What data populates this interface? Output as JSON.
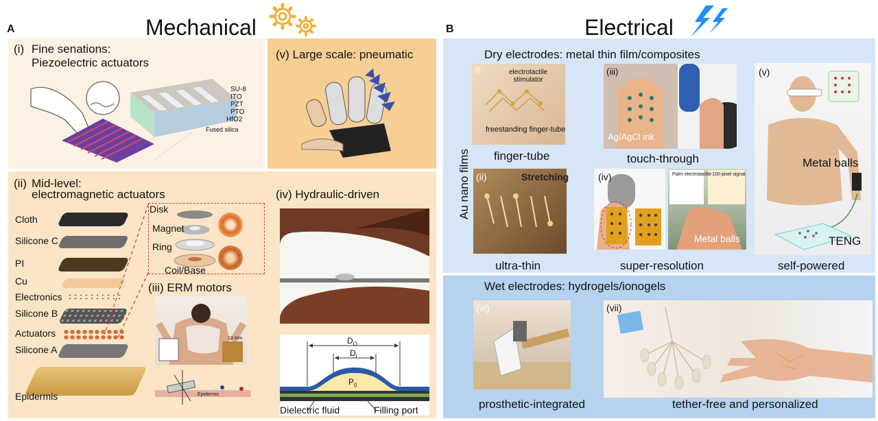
{
  "colors": {
    "mech_light": "#fdf1e3",
    "mech_strong": "#f7cf94",
    "mech_mid": "#fbe5c6",
    "elec_light": "#d6e6f6",
    "elec_mid": "#b5d2ee",
    "gear": "#f2b13a",
    "bolt": "#1e90ff",
    "dashed_red": "#d9362b"
  },
  "panel_a": {
    "letter": "A",
    "title": "Mechanical",
    "icon": "gears-icon",
    "i": {
      "roman": "(i)",
      "line1": "Fine senations:",
      "line2": "Piezoelectric actuators",
      "stack_labels": [
        "SU-8",
        "ITO",
        "PZT",
        "PTO",
        "HfO2",
        "Fused silica"
      ]
    },
    "v": {
      "label": "(v) Large scale: pneumatic"
    },
    "ii": {
      "roman": "(ii)",
      "line1": "Mid-level:",
      "line2": "electromagnetic actuators",
      "layers": [
        "Cloth",
        "Silicone C",
        "PI",
        "Cu",
        "Electronics",
        "Silicone B",
        "Actuators",
        "Silicone A",
        "Epidermis"
      ],
      "parts": [
        "Disk",
        "Magnet",
        "Ring",
        "Coil/Base"
      ]
    },
    "iii": {
      "label": "(iii) ERM motors",
      "scale": "13 mm",
      "epidermis_small": "Epidermis"
    },
    "iv": {
      "label": "(iv) Hydraulic-driven",
      "d_outer": "D",
      "d_outer_sub": "O",
      "d_inner": "D",
      "d_inner_sub": "I",
      "p_label": "P",
      "p_sub": "0",
      "fluid": "Dielectric fluid",
      "port": "Filling port"
    }
  },
  "panel_b": {
    "letter": "B",
    "title": "Electrical",
    "icon": "lightning-icon",
    "dry_header": "Dry electrodes: metal thin film/composites",
    "au_label": "Au nano films",
    "i": {
      "roman": "(i)",
      "caption": "finger-tube",
      "photo_text1": "electrotactile",
      "photo_text2": "stimulator",
      "photo_text3": "freestanding finger-tube"
    },
    "iii": {
      "roman": "(iii)",
      "caption": "touch-through",
      "photo_text": "Ag/AgCl ink"
    },
    "v": {
      "roman": "(v)",
      "caption": "self-powered",
      "metal": "Metal balls",
      "teng": "TENG"
    },
    "ii": {
      "roman": "(ii)",
      "caption": "ultra-thin",
      "photo_text": "Stretching"
    },
    "iv": {
      "roman": "(iv)",
      "caption": "super-resolution",
      "metal": "Metal balls",
      "tag1": "Palm electrotactile",
      "tag2": "100-pixel signal"
    },
    "wet_header": "Wet electrodes: hydrogels/ionogels",
    "vi": {
      "roman": "(vi)",
      "caption": "prosthetic-integrated"
    },
    "vii": {
      "roman": "(vii)",
      "caption": "tether-free and personalized"
    }
  }
}
